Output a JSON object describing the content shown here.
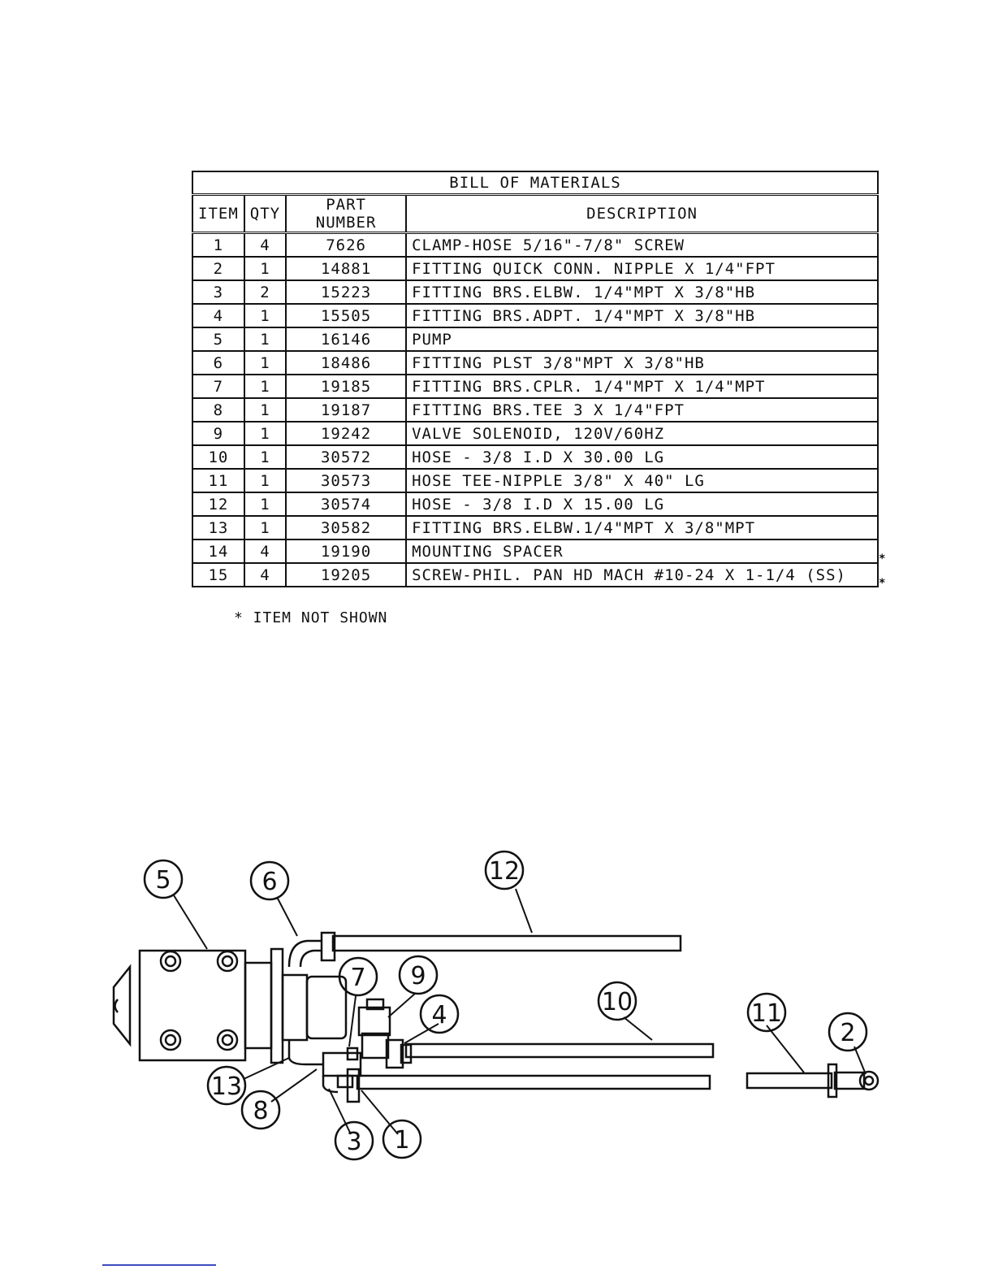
{
  "bom": {
    "title": "BILL OF MATERIALS",
    "headers": [
      "ITEM",
      "QTY",
      "PART NUMBER",
      "DESCRIPTION"
    ],
    "rows": [
      [
        "1",
        "4",
        "7626",
        "CLAMP-HOSE 5/16\"-7/8\" SCREW"
      ],
      [
        "2",
        "1",
        "14881",
        "FITTING QUICK CONN. NIPPLE X 1/4\"FPT"
      ],
      [
        "3",
        "2",
        "15223",
        "FITTING BRS.ELBW. 1/4\"MPT X 3/8\"HB"
      ],
      [
        "4",
        "1",
        "15505",
        "FITTING BRS.ADPT. 1/4\"MPT X 3/8\"HB"
      ],
      [
        "5",
        "1",
        "16146",
        "PUMP"
      ],
      [
        "6",
        "1",
        "18486",
        "FITTING PLST 3/8\"MPT X 3/8\"HB"
      ],
      [
        "7",
        "1",
        "19185",
        "FITTING BRS.CPLR. 1/4\"MPT X 1/4\"MPT"
      ],
      [
        "8",
        "1",
        "19187",
        "FITTING BRS.TEE 3 X 1/4\"FPT"
      ],
      [
        "9",
        "1",
        "19242",
        "VALVE SOLENOID, 120V/60HZ"
      ],
      [
        "10",
        "1",
        "30572",
        "HOSE - 3/8 I.D X 30.00 LG"
      ],
      [
        "11",
        "1",
        "30573",
        "HOSE TEE-NIPPLE 3/8\" X 40\" LG"
      ],
      [
        "12",
        "1",
        "30574",
        "HOSE - 3/8 I.D X 15.00 LG"
      ],
      [
        "13",
        "1",
        "30582",
        "FITTING BRS.ELBW.1/4\"MPT X 3/8\"MPT"
      ],
      [
        "14",
        "4",
        "19190",
        "MOUNTING SPACER"
      ],
      [
        "15",
        "4",
        "19205",
        "SCREW-PHIL. PAN HD MACH #10-24 X 1-1/4 (SS)"
      ]
    ],
    "star_mark": "*",
    "note": "* ITEM NOT SHOWN"
  },
  "callouts": [
    "5",
    "6",
    "12",
    "7",
    "9",
    "4",
    "10",
    "11",
    "2",
    "13",
    "8",
    "3",
    "1"
  ]
}
